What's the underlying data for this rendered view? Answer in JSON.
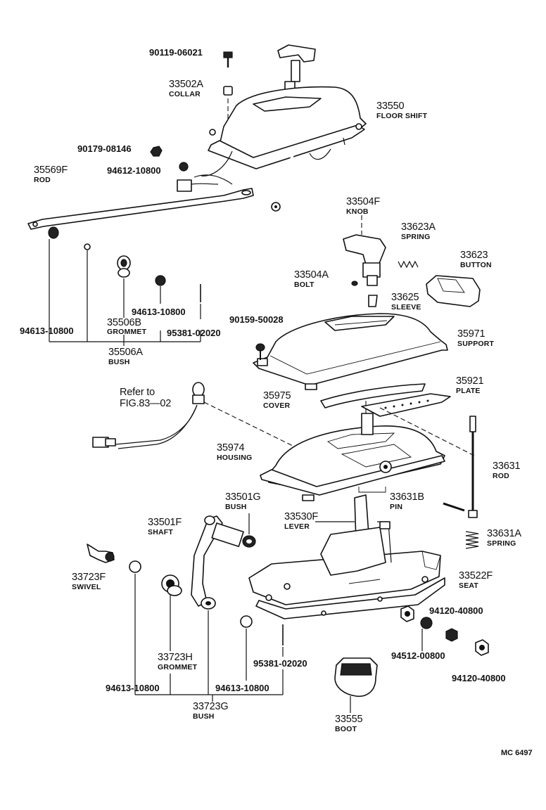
{
  "diagram": {
    "labels": {
      "p90119": {
        "num": "90119-06021"
      },
      "p33502A": {
        "num": "33502A",
        "name": "COLLAR"
      },
      "p33550": {
        "num": "33550",
        "name": "FLOOR SHIFT"
      },
      "p90179": {
        "num": "90179-08146"
      },
      "p94612": {
        "num": "94612-10800"
      },
      "p35569F": {
        "num": "35569F",
        "name": "ROD"
      },
      "p33504F": {
        "num": "33504F",
        "name": "KNOB"
      },
      "p33623A": {
        "num": "33623A",
        "name": "SPRING"
      },
      "p33623": {
        "num": "33623",
        "name": "BUTTON"
      },
      "p33504A": {
        "num": "33504A",
        "name": "BOLT"
      },
      "p33625": {
        "num": "33625",
        "name": "SLEEVE"
      },
      "p94613_a": {
        "num": "94613-10800"
      },
      "p35506B": {
        "num": "35506B",
        "name": "GROMMET"
      },
      "p94613_b": {
        "num": "94613-10800"
      },
      "p95381_a": {
        "num": "95381-02020"
      },
      "p35506A": {
        "num": "35506A",
        "name": "BUSH"
      },
      "p90159": {
        "num": "90159-50028"
      },
      "p35971": {
        "num": "35971",
        "name": "SUPPORT"
      },
      "p35921": {
        "num": "35921",
        "name": "PLATE"
      },
      "p35975": {
        "num": "35975",
        "name": "COVER"
      },
      "refer": {
        "line1": "Refer to",
        "line2": "FIG.83—02"
      },
      "p35974": {
        "num": "35974",
        "name": "HOUSING"
      },
      "p33631": {
        "num": "33631",
        "name": "ROD"
      },
      "p33501G": {
        "num": "33501G",
        "name": "BUSH"
      },
      "p33501F": {
        "num": "33501F",
        "name": "SHAFT"
      },
      "p33530F": {
        "num": "33530F",
        "name": "LEVER"
      },
      "p33631B": {
        "num": "33631B",
        "name": "PIN"
      },
      "p33631A": {
        "num": "33631A",
        "name": "SPRING"
      },
      "p33723F": {
        "num": "33723F",
        "name": "SWIVEL"
      },
      "p33522F": {
        "num": "33522F",
        "name": "SEAT"
      },
      "p94120_a": {
        "num": "94120-40800"
      },
      "p94512": {
        "num": "94512-00800"
      },
      "p94120_b": {
        "num": "94120-40800"
      },
      "p33723H": {
        "num": "33723H",
        "name": "GROMMET"
      },
      "p95381_b": {
        "num": "95381-02020"
      },
      "p94613_c": {
        "num": "94613-10800"
      },
      "p94613_d": {
        "num": "94613-10800"
      },
      "p33723G": {
        "num": "33723G",
        "name": "BUSH"
      },
      "p33555": {
        "num": "33555",
        "name": "BOOT"
      }
    },
    "figure_code": "MC 6497"
  }
}
